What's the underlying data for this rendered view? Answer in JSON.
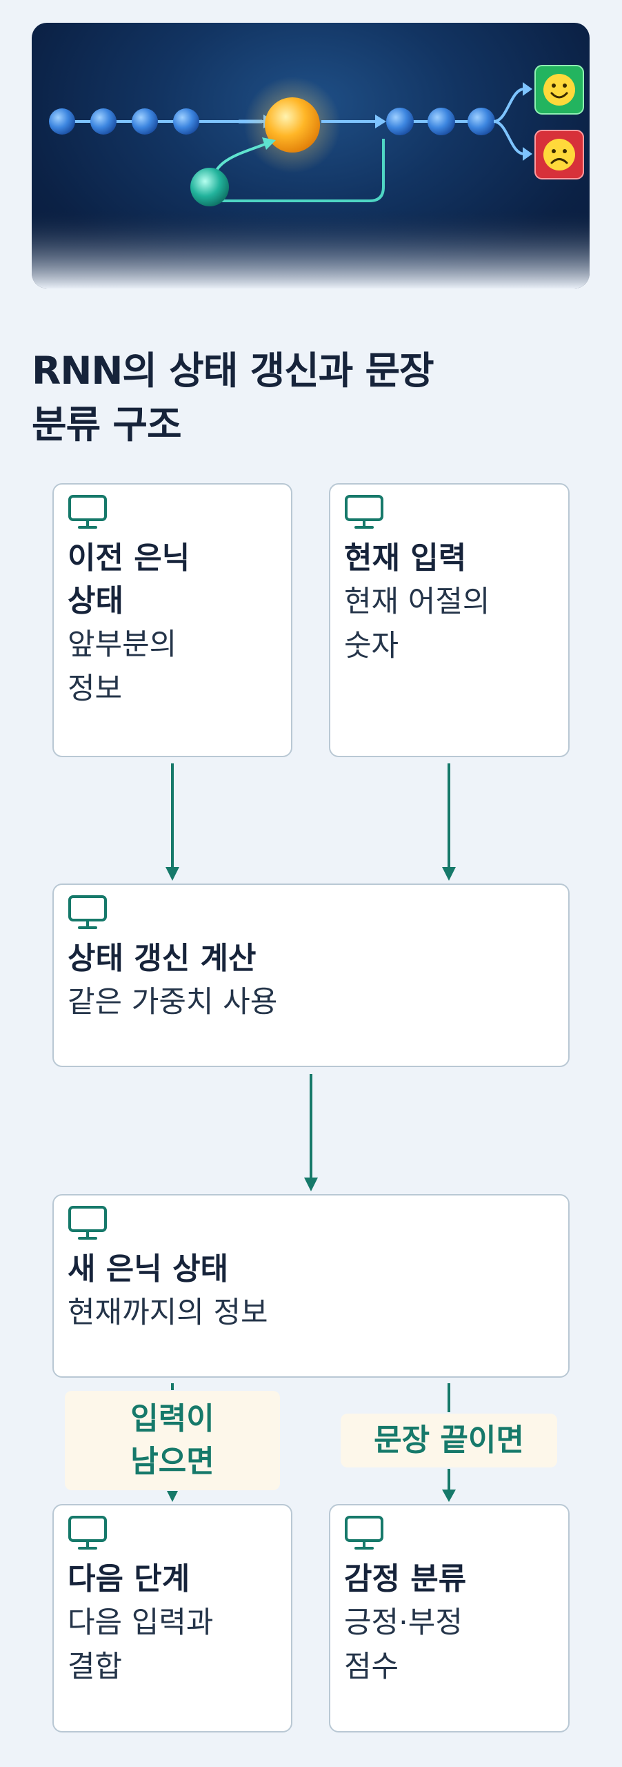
{
  "title": {
    "line1": "RNN의 상태 갱신과 문장",
    "line2": "분류 구조"
  },
  "colors": {
    "background": "#eef3f9",
    "box_border": "#b9c8d4",
    "accent_teal": "#16796a",
    "label_bg": "#fdf7ea",
    "title_text": "#16233a"
  },
  "hero": {
    "icons": [
      "smiley-happy-icon",
      "smiley-sad-icon"
    ]
  },
  "nodes": [
    {
      "id": "prev-hidden",
      "icon": "monitor-icon",
      "title_lines": [
        "이전 은닉",
        "상태"
      ],
      "desc_lines": [
        "앞부분의",
        "정보"
      ]
    },
    {
      "id": "current-input",
      "icon": "monitor-icon",
      "title_lines": [
        "현재 입력"
      ],
      "desc_lines": [
        "현재 어절의",
        "숫자"
      ]
    },
    {
      "id": "state-update",
      "icon": "monitor-icon",
      "title_lines": [
        "상태 갱신 계산"
      ],
      "desc_lines": [
        "같은 가중치 사용"
      ]
    },
    {
      "id": "new-hidden",
      "icon": "monitor-icon",
      "title_lines": [
        "새 은닉 상태"
      ],
      "desc_lines": [
        "현재까지의 정보"
      ]
    },
    {
      "id": "next-step",
      "icon": "monitor-icon",
      "title_lines": [
        "다음 단계"
      ],
      "desc_lines": [
        "다음 입력과",
        "결합"
      ]
    },
    {
      "id": "sentiment",
      "icon": "monitor-icon",
      "title_lines": [
        "감정 분류"
      ],
      "desc_lines": [
        "긍정·부정",
        "점수"
      ]
    }
  ],
  "edges": [
    {
      "from": "prev-hidden",
      "to": "state-update",
      "label": ""
    },
    {
      "from": "current-input",
      "to": "state-update",
      "label": ""
    },
    {
      "from": "state-update",
      "to": "new-hidden",
      "label": ""
    },
    {
      "from": "new-hidden",
      "to": "next-step",
      "label_lines": [
        "입력이",
        "남으면"
      ]
    },
    {
      "from": "new-hidden",
      "to": "sentiment",
      "label_lines": [
        "문장 끝이면"
      ]
    }
  ]
}
